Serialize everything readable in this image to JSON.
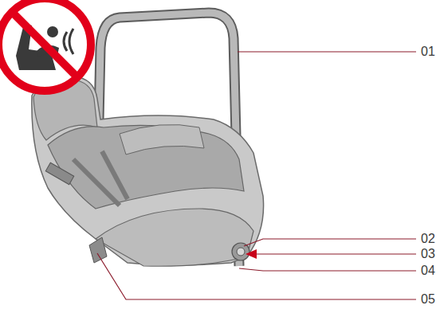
{
  "diagram": {
    "labels": [
      "01",
      "02",
      "03",
      "04",
      "05"
    ]
  }
}
